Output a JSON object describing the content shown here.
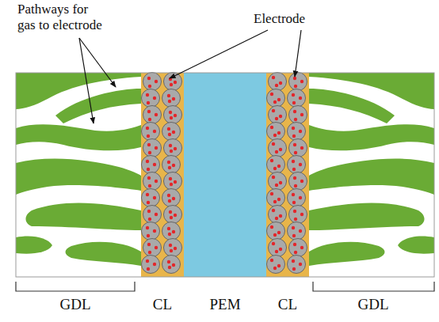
{
  "diagram": {
    "labels": [
      "Pathways for gas to electrode",
      "Electrode",
      "GDL",
      "CL",
      "PEM",
      "CL",
      "GDL"
    ]
  }
}
